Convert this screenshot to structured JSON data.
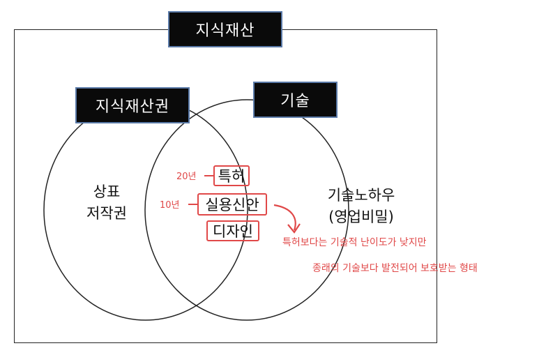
{
  "outer_title": "지식재산",
  "left_title": "지식재산권",
  "right_title": "기술",
  "left_only": [
    "상표",
    "저작권"
  ],
  "right_only": [
    "기술노하우",
    "(영업비밀)"
  ],
  "intersection": {
    "patent": "특허",
    "utility_model": "실용신안",
    "design": "디자인"
  },
  "annotations": {
    "patent_term": "20년",
    "utility_term": "10년",
    "note_line1": "특허보다는 기술적 난이도가 낮지만",
    "note_line2": "종래의 기술보다 발전되어 보호받는 형태"
  },
  "colors": {
    "frame": "#222222",
    "tag_bg": "#0a0a0a",
    "tag_border": "#5a7aa8",
    "annotation": "#e04848"
  }
}
